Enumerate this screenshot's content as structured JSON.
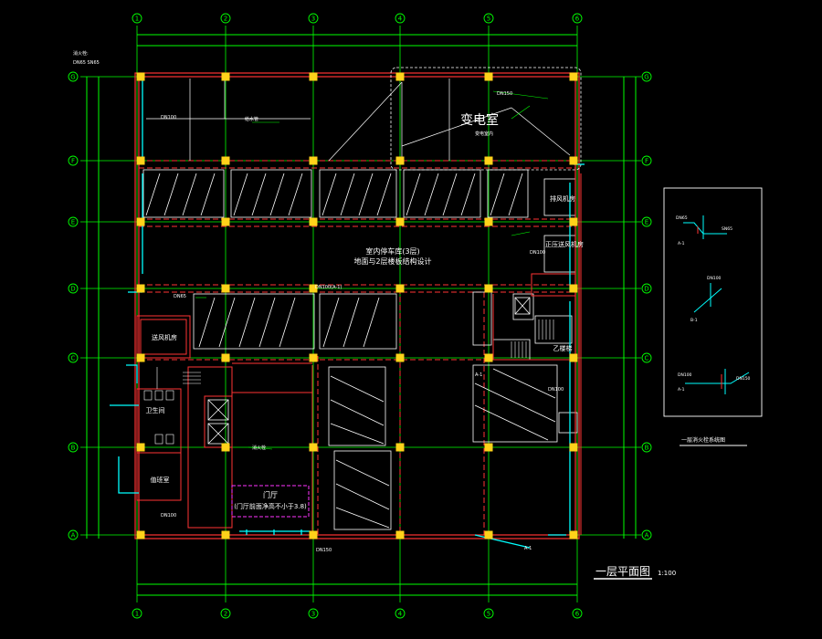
{
  "colors": {
    "background": "#000000",
    "grid": "#00ff00",
    "axis_bubble": "#00ff00",
    "wall": "#ff3333",
    "column": "#ffd21a",
    "text": "#ffffff",
    "dimension": "#00ff00",
    "pipe": "#00ffff",
    "room_line": "#ffffff",
    "hall_box": "#ff33ff",
    "detail": "#ffffff"
  },
  "axes": {
    "numbers": [
      "1",
      "2",
      "3",
      "4",
      "5",
      "6"
    ],
    "letters": [
      "G",
      "F",
      "E",
      "D",
      "C",
      "B",
      "A"
    ]
  },
  "rooms": {
    "substation": "变电室",
    "indoor_parking_l1": "室内停车库(3层)",
    "indoor_parking_l2": "地面与2层楼板结构设计",
    "pump_room": "排风机房",
    "smoke_exhaust_room": "正压送风机房",
    "stair_b": "乙楼梯",
    "air_supply_room": "送风机房",
    "toilet": "卫生间",
    "duty_room": "值班室",
    "lobby_l1": "门厅",
    "lobby_l2": "(门厅前面净高不小于3.8)"
  },
  "drawing": {
    "title": "一层平面图",
    "scale": "1:100"
  },
  "legend": {
    "title": "一层消火栓系统图"
  }
}
